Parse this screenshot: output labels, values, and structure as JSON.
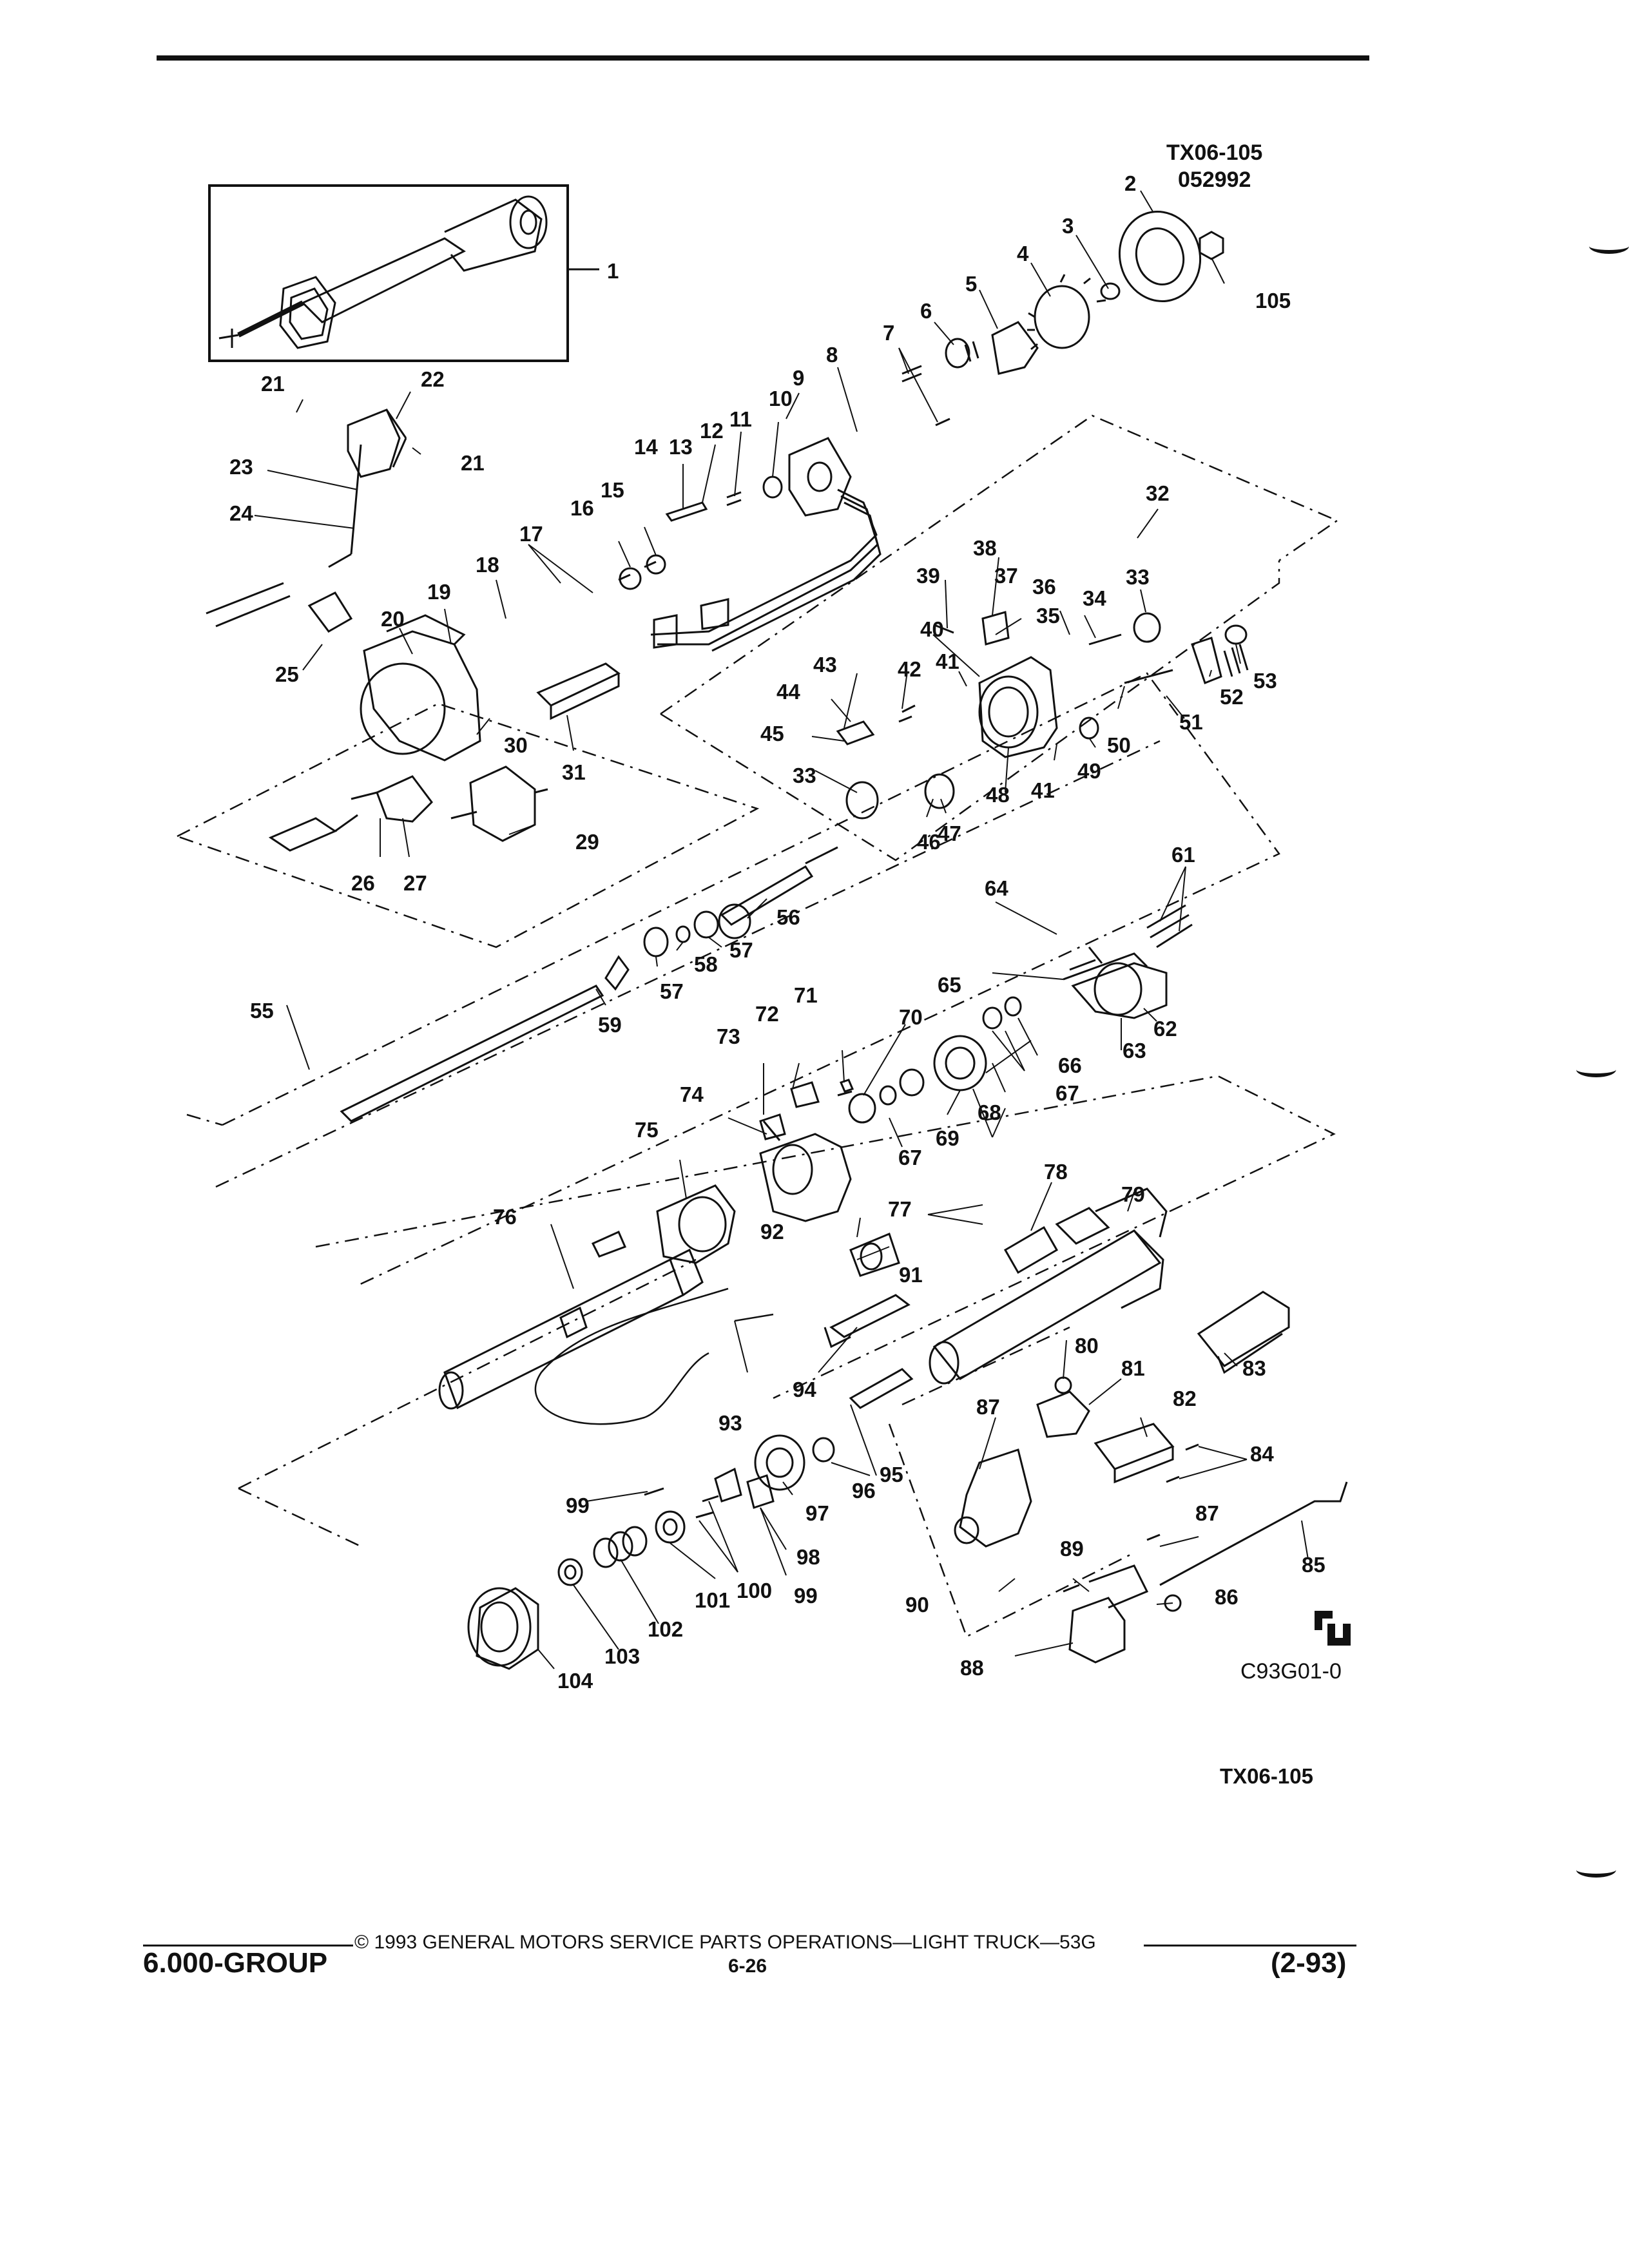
{
  "header": {
    "figure_code": "TX06-105",
    "figure_date": "052992"
  },
  "diagram": {
    "illustration_code": "C93G01-0",
    "logo": "gm-service-parts-mark",
    "callouts": [
      {
        "id": "c1",
        "text": "1"
      },
      {
        "id": "c2",
        "text": "2"
      },
      {
        "id": "c3",
        "text": "3"
      },
      {
        "id": "c4",
        "text": "4"
      },
      {
        "id": "c5",
        "text": "5"
      },
      {
        "id": "c6",
        "text": "6"
      },
      {
        "id": "c7",
        "text": "7"
      },
      {
        "id": "c8",
        "text": "8"
      },
      {
        "id": "c9",
        "text": "9"
      },
      {
        "id": "c10",
        "text": "10"
      },
      {
        "id": "c11",
        "text": "11"
      },
      {
        "id": "c12",
        "text": "12"
      },
      {
        "id": "c13",
        "text": "13"
      },
      {
        "id": "c14",
        "text": "14"
      },
      {
        "id": "c15",
        "text": "15"
      },
      {
        "id": "c16",
        "text": "16"
      },
      {
        "id": "c17",
        "text": "17"
      },
      {
        "id": "c18",
        "text": "18"
      },
      {
        "id": "c19",
        "text": "19"
      },
      {
        "id": "c20",
        "text": "20"
      },
      {
        "id": "c21a",
        "text": "21"
      },
      {
        "id": "c21b",
        "text": "21"
      },
      {
        "id": "c22",
        "text": "22"
      },
      {
        "id": "c23",
        "text": "23"
      },
      {
        "id": "c24",
        "text": "24"
      },
      {
        "id": "c25",
        "text": "25"
      },
      {
        "id": "c26",
        "text": "26"
      },
      {
        "id": "c27",
        "text": "27"
      },
      {
        "id": "c29",
        "text": "29"
      },
      {
        "id": "c30",
        "text": "30"
      },
      {
        "id": "c31",
        "text": "31"
      },
      {
        "id": "c32",
        "text": "32"
      },
      {
        "id": "c33a",
        "text": "33"
      },
      {
        "id": "c33b",
        "text": "33"
      },
      {
        "id": "c34",
        "text": "34"
      },
      {
        "id": "c35",
        "text": "35"
      },
      {
        "id": "c36",
        "text": "36"
      },
      {
        "id": "c37",
        "text": "37"
      },
      {
        "id": "c38",
        "text": "38"
      },
      {
        "id": "c39",
        "text": "39"
      },
      {
        "id": "c40",
        "text": "40"
      },
      {
        "id": "c41a",
        "text": "41"
      },
      {
        "id": "c41b",
        "text": "41"
      },
      {
        "id": "c42",
        "text": "42"
      },
      {
        "id": "c43",
        "text": "43"
      },
      {
        "id": "c44",
        "text": "44"
      },
      {
        "id": "c45",
        "text": "45"
      },
      {
        "id": "c46",
        "text": "46"
      },
      {
        "id": "c47",
        "text": "47"
      },
      {
        "id": "c48",
        "text": "48"
      },
      {
        "id": "c49",
        "text": "49"
      },
      {
        "id": "c50",
        "text": "50"
      },
      {
        "id": "c51",
        "text": "51"
      },
      {
        "id": "c52",
        "text": "52"
      },
      {
        "id": "c53",
        "text": "53"
      },
      {
        "id": "c55",
        "text": "55"
      },
      {
        "id": "c56",
        "text": "56"
      },
      {
        "id": "c57a",
        "text": "57"
      },
      {
        "id": "c57b",
        "text": "57"
      },
      {
        "id": "c58",
        "text": "58"
      },
      {
        "id": "c59",
        "text": "59"
      },
      {
        "id": "c61",
        "text": "61"
      },
      {
        "id": "c62",
        "text": "62"
      },
      {
        "id": "c63",
        "text": "63"
      },
      {
        "id": "c64",
        "text": "64"
      },
      {
        "id": "c65",
        "text": "65"
      },
      {
        "id": "c66",
        "text": "66"
      },
      {
        "id": "c67a",
        "text": "67"
      },
      {
        "id": "c67b",
        "text": "67"
      },
      {
        "id": "c68",
        "text": "68"
      },
      {
        "id": "c69",
        "text": "69"
      },
      {
        "id": "c70",
        "text": "70"
      },
      {
        "id": "c71",
        "text": "71"
      },
      {
        "id": "c72",
        "text": "72"
      },
      {
        "id": "c73",
        "text": "73"
      },
      {
        "id": "c74",
        "text": "74"
      },
      {
        "id": "c75",
        "text": "75"
      },
      {
        "id": "c76",
        "text": "76"
      },
      {
        "id": "c77",
        "text": "77"
      },
      {
        "id": "c78",
        "text": "78"
      },
      {
        "id": "c79",
        "text": "79"
      },
      {
        "id": "c80",
        "text": "80"
      },
      {
        "id": "c81",
        "text": "81"
      },
      {
        "id": "c82",
        "text": "82"
      },
      {
        "id": "c83",
        "text": "83"
      },
      {
        "id": "c84",
        "text": "84"
      },
      {
        "id": "c85",
        "text": "85"
      },
      {
        "id": "c86",
        "text": "86"
      },
      {
        "id": "c87a",
        "text": "87"
      },
      {
        "id": "c87b",
        "text": "87"
      },
      {
        "id": "c88",
        "text": "88"
      },
      {
        "id": "c89",
        "text": "89"
      },
      {
        "id": "c90",
        "text": "90"
      },
      {
        "id": "c91",
        "text": "91"
      },
      {
        "id": "c92",
        "text": "92"
      },
      {
        "id": "c93",
        "text": "93"
      },
      {
        "id": "c94",
        "text": "94"
      },
      {
        "id": "c95",
        "text": "95"
      },
      {
        "id": "c96",
        "text": "96"
      },
      {
        "id": "c97",
        "text": "97"
      },
      {
        "id": "c98",
        "text": "98"
      },
      {
        "id": "c99a",
        "text": "99"
      },
      {
        "id": "c99b",
        "text": "99"
      },
      {
        "id": "c100",
        "text": "100"
      },
      {
        "id": "c101",
        "text": "101"
      },
      {
        "id": "c102",
        "text": "102"
      },
      {
        "id": "c103",
        "text": "103"
      },
      {
        "id": "c104",
        "text": "104"
      },
      {
        "id": "c105",
        "text": "105"
      }
    ]
  },
  "caption": {
    "figure_code": "TX06-105"
  },
  "footer": {
    "group": "6.000-GROUP",
    "copyright": "© 1993 GENERAL MOTORS SERVICE PARTS OPERATIONS—LIGHT TRUCK—53G",
    "page_number": "6-26",
    "revision_date": "(2-93)"
  }
}
